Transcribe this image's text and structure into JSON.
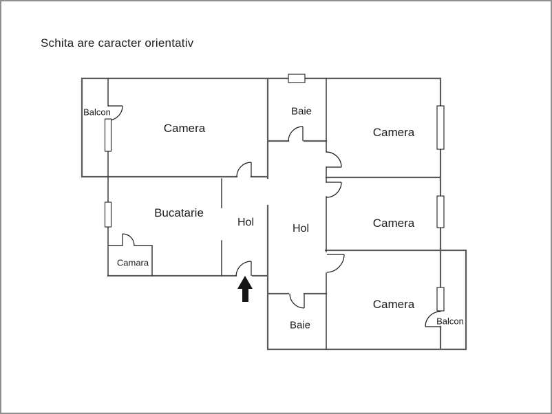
{
  "title": "Schita are caracter orientativ",
  "rooms": {
    "camera_top_left": {
      "label": "Camera"
    },
    "camera_top_right": {
      "label": "Camera"
    },
    "camera_middle_right": {
      "label": "Camera"
    },
    "camera_bottom_right": {
      "label": "Camera"
    },
    "bucatarie": {
      "label": "Bucatarie"
    },
    "hol_left": {
      "label": "Hol"
    },
    "hol_central": {
      "label": "Hol"
    },
    "baie_top": {
      "label": "Baie"
    },
    "baie_bottom": {
      "label": "Baie"
    },
    "camara": {
      "label": "Camara"
    },
    "balcon_top_left": {
      "label": "Balcon"
    },
    "balcon_bottom_right": {
      "label": "Balcon"
    }
  },
  "icons": {
    "entrance_arrow": "up-arrow"
  },
  "colors": {
    "wall": "#5a5a5a",
    "partition": "#3a3a3a",
    "detail": "#1a1a1a",
    "frame": "#8f8f8f",
    "background": "#ffffff",
    "text": "#1b1b1b"
  }
}
